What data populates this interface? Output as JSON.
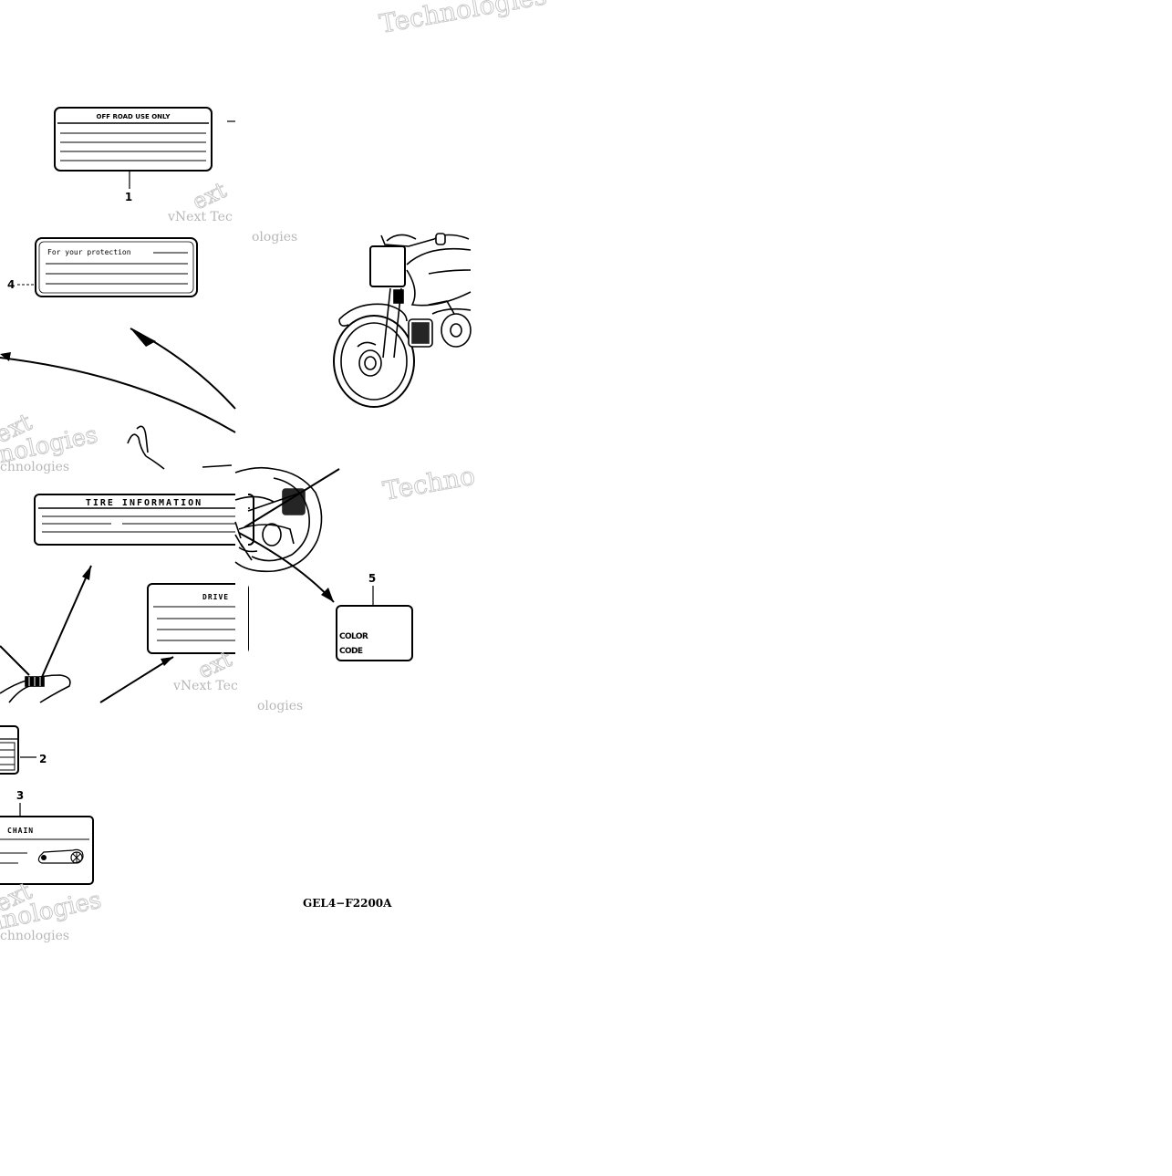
{
  "diagram": {
    "code": "GEL4−F2200A",
    "callouts": [
      "1",
      "2",
      "3",
      "4",
      "5"
    ],
    "labels": {
      "off_road": "OFF ROAD USE ONLY",
      "protection": "For your protection",
      "tire": "TIRE INFORMATION",
      "drive": "DRIVE",
      "chain": "CHAIN",
      "color": "COLOR",
      "code": "CODE"
    },
    "watermarks": {
      "technologies": "Technologies",
      "vnext_tech": "vNext Tec",
      "next": "ext",
      "chnologies": "chnologies",
      "ologies": "ologies",
      "techno": "Techno"
    },
    "colors": {
      "ink": "#000000",
      "watermark": "#c4c4c4",
      "background": "#ffffff"
    }
  }
}
